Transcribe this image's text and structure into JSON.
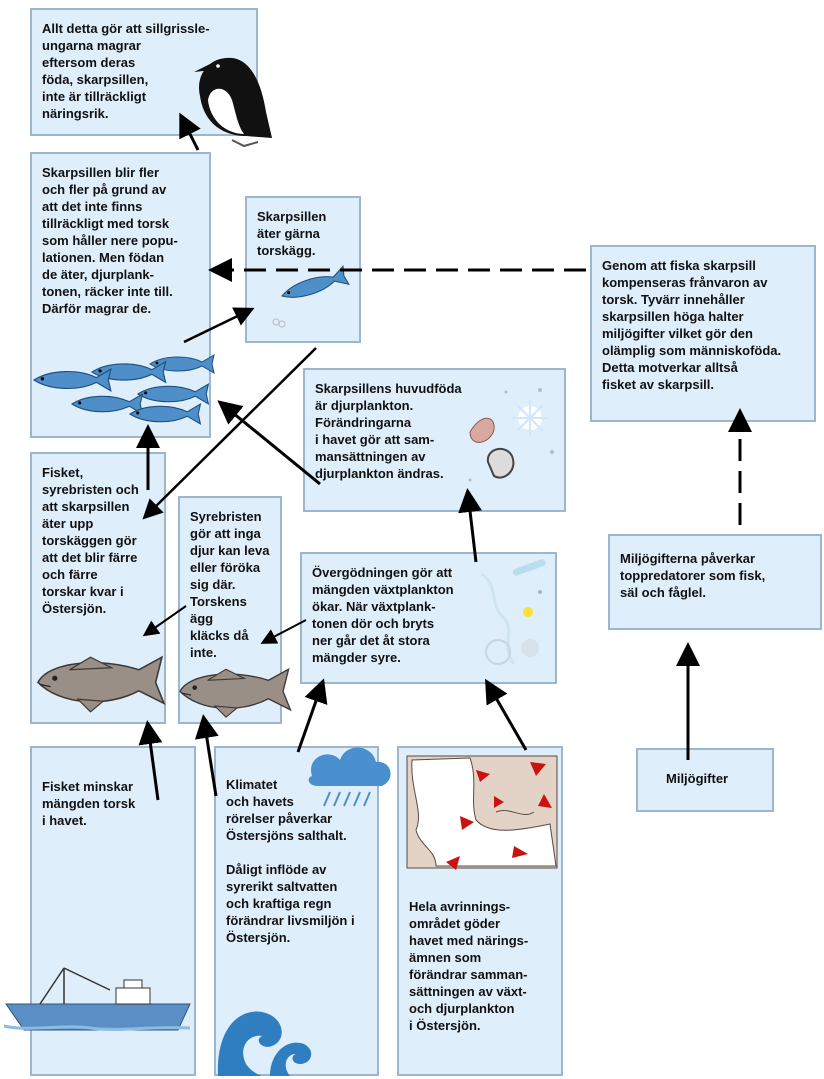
{
  "boxes": {
    "guillemot": "Allt detta gör att sillgrissle-\nungarna magrar\neftersom deras\nföda, skarpsillen,\ninte är tillräckligt\nnäringsrik.",
    "sprat_growth": "Skarpsillen blir fler\noch fler på grund av\natt det inte finns\ntillräckligt med torsk\nsom håller nere popu-\nlationen. Men födan\nde äter, djurplank-\ntonen, räcker inte till.\nDärför magrar de.",
    "sprat_eggs": "Skarpsillen\näter gärna\ntorskägg.",
    "sprat_fishing": "Genom att fiska skarpsill\nkompenseras frånvaron av\ntorsk. Tyvärr innehåller\nskarpsillen höga halter\nmiljögifter vilket gör den\nolämplig som människoföda.\nDetta motverkar alltså\nfisket av skarpsill.",
    "zooplankton": "Skarpsillens huvudföda\när djurplankton.\nFörändringarna\ni havet gör att sam-\nmansättningen av\ndjurplankton ändras.",
    "fewer_cod": "Fisket,\nsyrebristen och\natt skarpsillen\näter upp\ntorskäggen gör\natt det blir färre\noch färre\ntorskar kvar i\nÖstersjön.",
    "oxygen": "Syrebristen\ngör att inga\ndjur kan leva\neller föröka\nsig där.\nTorskens ägg\nkläcks då\ninte.",
    "eutrophication": "Övergödningen gör att\nmängden växtplankton\nökar. När växtplank-\ntonen dör och bryts\nner går det åt stora\nmängder syre.",
    "toxins_predators": "Miljögifterna påverkar\ntoppredatorer som fisk,\nsäl och fåglel.",
    "toxins": "Miljögifter",
    "fishing_reduces": "Fisket minskar\nmängden torsk\ni havet.",
    "climate_1": "Klimatet\noch havets\nrörelser påverkar\nÖstersjöns salthalt.",
    "climate_2": "Dåligt inflöde av\nsyrerikt saltvatten\noch kraftiga regn\nförändrar livsmiljön i\nÖstersjön.",
    "drainage": "Hela avrinnings-\nområdet göder\nhavet med närings-\nämnen som\nförändrar samman-\nsättningen av växt-\noch djurplankton\ni Östersjön."
  },
  "colors": {
    "box_fill": "#dfeefb",
    "box_border": "#9cb6cf",
    "fish": "#4f8fc9",
    "cod": "#9a8f86",
    "arrow": "#000000",
    "water": "#2f7fc0",
    "marker": "#cc1111"
  }
}
